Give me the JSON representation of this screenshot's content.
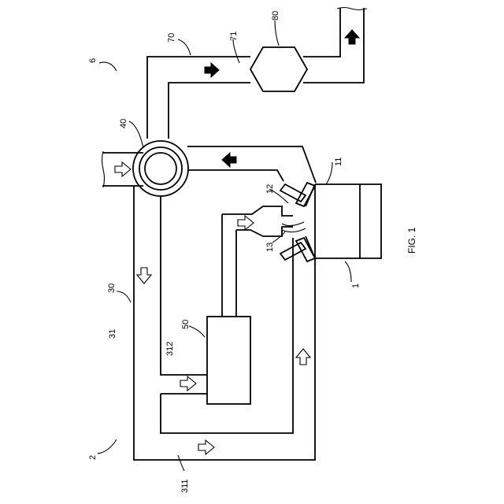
{
  "figure": {
    "caption": "FIG. 1",
    "refs": {
      "engine_system": "6",
      "engine": "1",
      "cylinder_block": "11",
      "intake_valve": "12",
      "exhaust_valve": "13",
      "turbocharger": "40",
      "exhaust_pipe": "70",
      "converter_inlet": "71",
      "catalytic_converter": "80",
      "cooling_circuit": "30",
      "outer_passage": "31",
      "inner_passage": "312",
      "heat_exchanger": "50",
      "system": "2",
      "bottom_passage": "311"
    }
  }
}
